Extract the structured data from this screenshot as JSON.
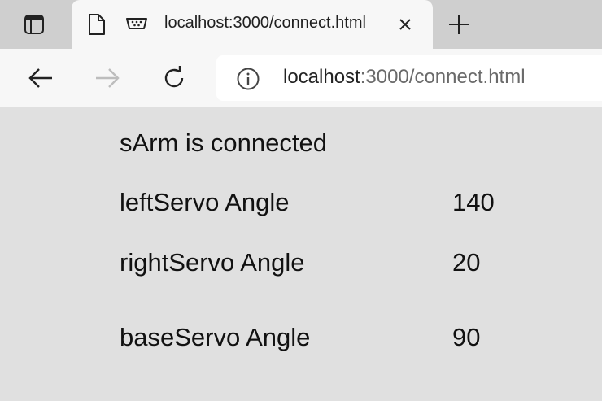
{
  "browser": {
    "tab": {
      "title": "localhost:3000/connect.html"
    },
    "address": {
      "host": "localhost",
      "rest": ":3000/connect.html"
    }
  },
  "page": {
    "status": "sArm is connected",
    "servos": [
      {
        "label": "leftServo Angle",
        "value": "140"
      },
      {
        "label": "rightServo Angle",
        "value": "20"
      },
      {
        "label": "baseServo Angle",
        "value": "90"
      }
    ]
  }
}
